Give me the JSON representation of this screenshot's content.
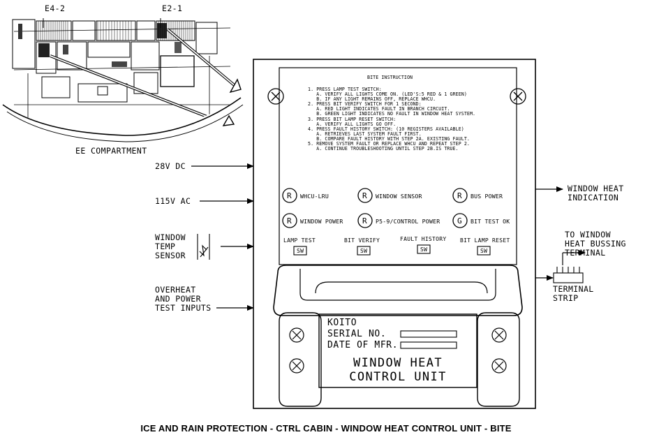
{
  "callouts": {
    "e4_2": "E4-2",
    "e2_1": "E2-1",
    "ee_compartment": "EE COMPARTMENT"
  },
  "inputs": {
    "dc28": "28V DC",
    "ac115": "115V AC",
    "window_temp_sensor": "WINDOW\nTEMP\nSENSOR",
    "overheat_inputs": "OVERHEAT\nAND POWER\nTEST INPUTS"
  },
  "outputs": {
    "window_heat_indication": "WINDOW HEAT\nINDICATION",
    "to_window_heat_bussing": "TO WINDOW\nHEAT BUSSING\nTERMINAL",
    "terminal_strip": "TERMINAL\nSTRIP"
  },
  "bite": {
    "heading": "BITE INSTRUCTION",
    "steps": "1. PRESS LAMP TEST SWITCH:\n   A. VERIFY ALL LIGHTS COME ON. (LED'S:5 RED & 1 GREEN)\n   B. IF ANY LIGHT REMAINS OFF, REPLACE WHCU.\n2. PRESS BIT VERIFY SWITCH FOR 1 SECOND:\n   A. RED LIGHT INDICATES FAULT IN BRANCH CIRCUIT.\n   B. GREEN LIGHT INDICATES NO FAULT IN WINDOW HEAT SYSTEM.\n3. PRESS BIT LAMP RESET SWITCH:\n   A. VERIFY ALL LIGHTS GO OFF.\n4. PRESS FAULT HISTORY SWITCH: (10 REGISTERS AVAILABLE)\n   A. RETRIEVES LAST SYSTEM FAULT FIRST.\n   B. COMPARE FAULT HISTORY WITH STEP 2A. EXISTING FAULT.\n5. REMOVE SYSTEM FAULT OR REPLACE WHCU AND REPEAT STEP 2.\n   A. CONTINUE TROUBLESHOOTING UNTIL STEP 2B.IS TRUE."
  },
  "indicators": [
    {
      "letter": "R",
      "label": "WHCU-LRU"
    },
    {
      "letter": "R",
      "label": "WINDOW SENSOR"
    },
    {
      "letter": "R",
      "label": "BUS POWER"
    },
    {
      "letter": "R",
      "label": "WINDOW POWER"
    },
    {
      "letter": "R",
      "label": "P5-9/CONTROL POWER"
    },
    {
      "letter": "G",
      "label": "BIT TEST OK"
    }
  ],
  "switches": [
    {
      "label": "LAMP TEST",
      "key": "SW"
    },
    {
      "label": "BIT VERIFY",
      "key": "SW"
    },
    {
      "label": "FAULT HISTORY",
      "key": "SW"
    },
    {
      "label": "BIT LAMP RESET",
      "key": "SW"
    }
  ],
  "nameplate": {
    "maker": "KOITO",
    "serial": "SERIAL NO.",
    "date": "DATE OF MFR.",
    "unit_name": "WINDOW HEAT\nCONTROL UNIT"
  },
  "caption": "ICE AND RAIN PROTECTION - CTRL CABIN - WINDOW HEAT CONTROL UNIT - BITE"
}
